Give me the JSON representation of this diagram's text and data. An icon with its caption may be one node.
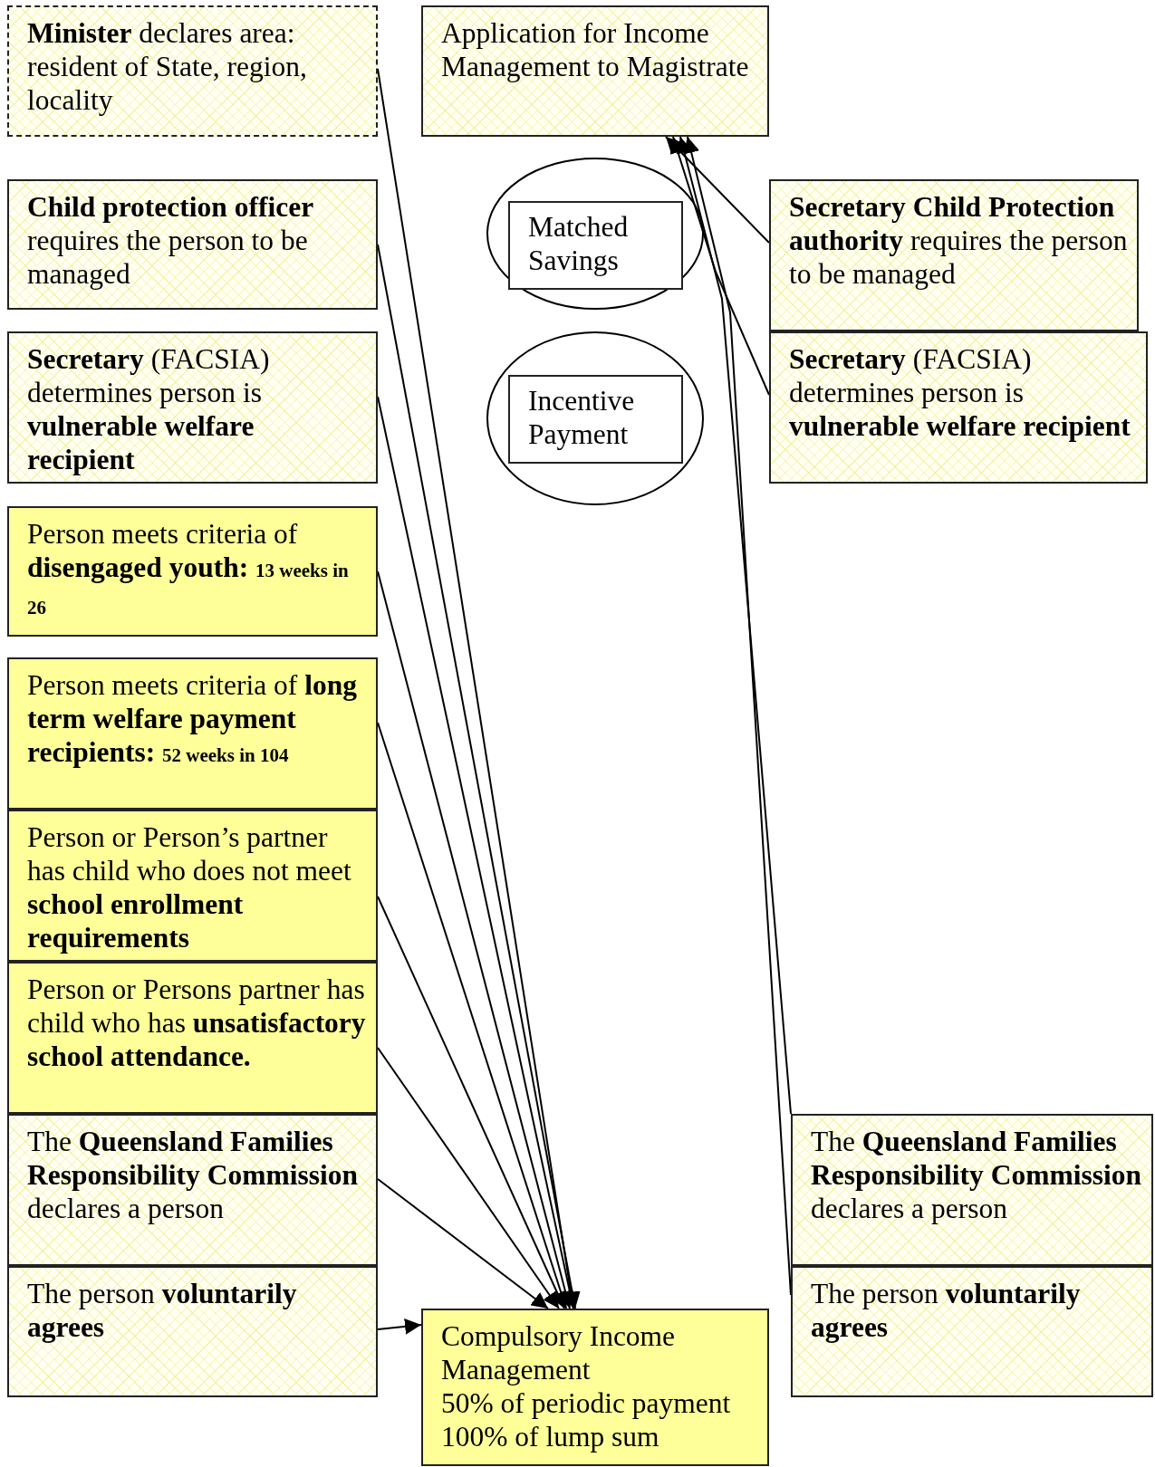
{
  "diagram": {
    "nodes": [
      {
        "text": [
          "**Minister** declares area: resident of State, region, locality"
        ]
      },
      {
        "text": [
          "Application for Income Management to Magistrate"
        ]
      },
      {
        "text": [
          "**Child protection officer** requires the person to be managed"
        ]
      },
      {
        "text": [],
        "shape": "ellipse"
      },
      {
        "text": [
          "Matched Savings"
        ],
        "in": 3
      },
      {
        "text": [
          "**Secretary Child Protection authority** requires the person to be managed"
        ]
      },
      {
        "text": [
          "**Secretary** (FACSIA) determines person is **vulnerable welfare recipient**"
        ]
      },
      {
        "text": [],
        "shape": "ellipse"
      },
      {
        "text": [
          "Incentive Payment"
        ],
        "in": 7
      },
      {
        "text": [
          "**Secretary** (FACSIA) determines person is **vulnerable welfare recipient**"
        ]
      },
      {
        "text": [
          "Person meets criteria of **disengaged youth:** **13 weeks in 26**"
        ]
      },
      {
        "text": [
          "Person meets criteria of **long term welfare payment recipients:** **52 weeks in 104**"
        ]
      },
      {
        "text": [
          "Person or Person’s partner has child who does not meet **school enrollment requirements**"
        ]
      },
      {
        "text": [
          "Person or Persons partner has child who has **unsatisfactory school attendance.**"
        ]
      },
      {
        "text": [
          "The **Queensland Families Responsibility Commission** declares a person"
        ]
      },
      {
        "text": [
          "The **Queensland Families Responsibility Commission** declares a person"
        ]
      },
      {
        "text": [
          "The person **voluntarily agrees**"
        ]
      },
      {
        "text": [
          "Compulsory Income Management",
          "50% of periodic payment",
          "100% of lump sum"
        ]
      },
      {
        "text": [
          "The person **voluntarily agrees**"
        ]
      }
    ],
    "edges": [
      {
        "from": 0,
        "to": 17,
        "arrow": "to"
      },
      {
        "from": 2,
        "to": 17,
        "arrow": "to"
      },
      {
        "from": 6,
        "to": 17,
        "arrow": "to"
      },
      {
        "from": 10,
        "to": 17,
        "arrow": "to"
      },
      {
        "from": 11,
        "to": 17,
        "arrow": "to"
      },
      {
        "from": 12,
        "to": 17,
        "arrow": "to"
      },
      {
        "from": 13,
        "to": 17,
        "arrow": "to"
      },
      {
        "from": 14,
        "to": 17,
        "arrow": "to"
      },
      {
        "from": 16,
        "to": 17,
        "arrow": "to"
      },
      {
        "from": 5,
        "to": 1,
        "arrow": "to"
      },
      {
        "from": 9,
        "to": 1,
        "arrow": "to"
      },
      {
        "from": 15,
        "to": 1,
        "arrow": "to"
      },
      {
        "from": 18,
        "to": 1,
        "arrow": "to"
      }
    ]
  }
}
